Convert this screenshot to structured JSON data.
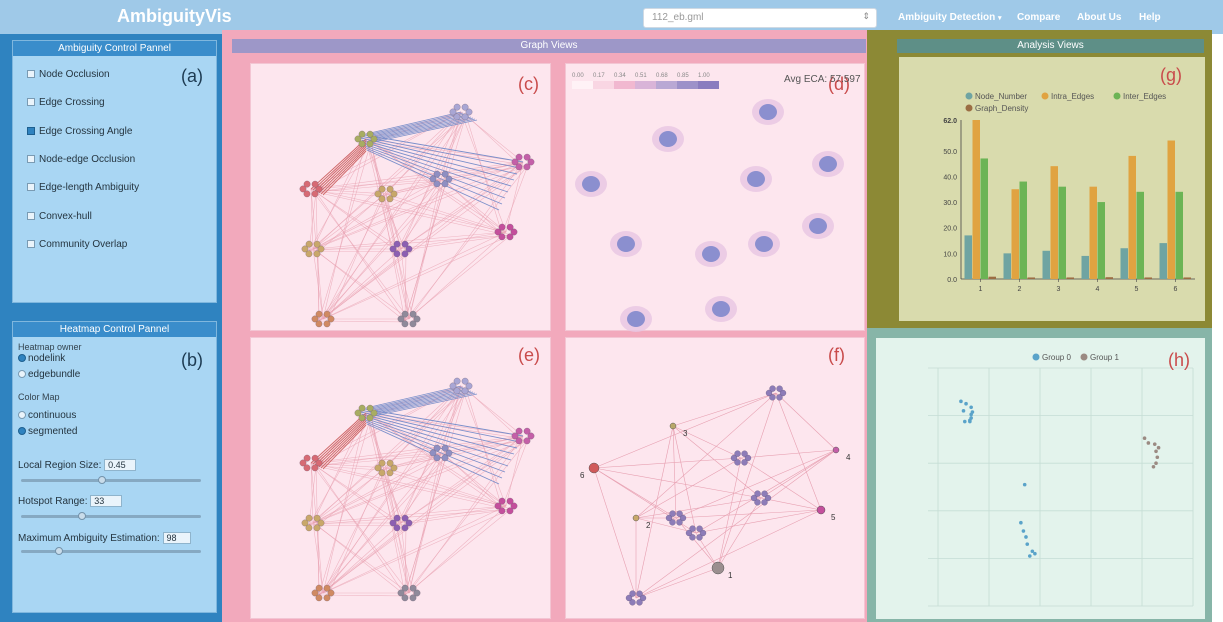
{
  "app": {
    "title": "AmbiguityVis",
    "file_select": "112_eb.gml",
    "nav": [
      "Ambiguity Detection",
      "Compare",
      "About Us",
      "Help"
    ]
  },
  "ambiguity_panel": {
    "title": "Ambiguity Control Pannel",
    "letter": "(a)",
    "checks": [
      {
        "label": "Node Occlusion",
        "checked": false
      },
      {
        "label": "Edge Crossing",
        "checked": false
      },
      {
        "label": "Edge Crossing Angle",
        "checked": true
      },
      {
        "label": "Node-edge Occlusion",
        "checked": false
      },
      {
        "label": "Edge-length Ambiguity",
        "checked": false
      },
      {
        "label": "Convex-hull",
        "checked": false
      },
      {
        "label": "Community Overlap",
        "checked": false
      }
    ]
  },
  "heatmap_panel": {
    "title": "Heatmap Control Pannel",
    "letter": "(b)",
    "owner_label": "Heatmap owner",
    "owner_options": [
      {
        "label": "nodelink",
        "selected": true
      },
      {
        "label": "edgebundle",
        "selected": false
      }
    ],
    "colormap_label": "Color Map",
    "colormap_options": [
      {
        "label": "continuous",
        "selected": false
      },
      {
        "label": "segmented",
        "selected": true
      }
    ],
    "local_region": {
      "label": "Local Region Size:",
      "value": "0.45",
      "level": 0.45
    },
    "hotspot": {
      "label": "Hotspot Range:",
      "value": "33",
      "level": 0.33
    },
    "max_ambiguity": {
      "label": "Maximum Ambiguity Estimation:",
      "value": "98",
      "level": 0.2
    }
  },
  "graph_views": {
    "title": "Graph Views",
    "letters": {
      "c": "(c)",
      "d": "(d)",
      "e": "(e)",
      "f": "(f)"
    },
    "avg_eca": "Avg ECA: 57.597",
    "legend_ticks": [
      "0.00",
      "0.17",
      "0.34",
      "0.51",
      "0.68",
      "0.85",
      "1.00"
    ],
    "legend_colors": [
      "#fff2f6",
      "#f9d6e3",
      "#f1b8d0",
      "#d9b4d8",
      "#b9a8d4",
      "#9d91c9",
      "#8a7cbf"
    ],
    "community_labels": [
      "1",
      "2",
      "3",
      "4",
      "5",
      "6"
    ]
  },
  "analysis_views": {
    "title": "Analysis Views",
    "letter": "(g)"
  },
  "scatter_view": {
    "letter": "(h)"
  },
  "colors": {
    "node_number": "#6fa4a2",
    "intra_edges": "#e0a341",
    "inter_edges": "#6cb455",
    "graph_density": "#9b6d43",
    "group0": "#5aa3c9",
    "group1": "#9b8a82"
  },
  "chart_data": [
    {
      "type": "bar",
      "title": "",
      "xlabel": "",
      "ylabel": "",
      "categories": [
        "1",
        "2",
        "3",
        "4",
        "5",
        "6"
      ],
      "series": [
        {
          "name": "Node_Number",
          "values": [
            17,
            10,
            11,
            9,
            12,
            14
          ]
        },
        {
          "name": "Intra_Edges",
          "values": [
            62,
            35,
            44,
            36,
            48,
            54
          ]
        },
        {
          "name": "Inter_Edges",
          "values": [
            47,
            38,
            36,
            30,
            34,
            34
          ]
        },
        {
          "name": "Graph_Density",
          "values": [
            0.9,
            0.6,
            0.6,
            0.7,
            0.6,
            0.6
          ]
        }
      ],
      "ylim": [
        0,
        62
      ],
      "yticks": [
        "0.0",
        "10.0",
        "20.0",
        "30.0",
        "40.0",
        "50.0",
        "62.0"
      ],
      "legend": "top",
      "grid": false
    },
    {
      "type": "scatter",
      "title": "",
      "series": [
        {
          "name": "Group 0",
          "points": [
            [
              -0.82,
              0.72
            ],
            [
              -0.78,
              0.7
            ],
            [
              -0.74,
              0.67
            ],
            [
              -0.8,
              0.64
            ],
            [
              -0.73,
              0.63
            ],
            [
              -0.74,
              0.61
            ],
            [
              -0.74,
              0.58
            ],
            [
              -0.75,
              0.56
            ],
            [
              -0.79,
              0.55
            ],
            [
              -0.75,
              0.55
            ],
            [
              -0.32,
              0.02
            ],
            [
              -0.35,
              -0.3
            ],
            [
              -0.33,
              -0.37
            ],
            [
              -0.31,
              -0.42
            ],
            [
              -0.3,
              -0.48
            ],
            [
              -0.26,
              -0.54
            ],
            [
              -0.24,
              -0.56
            ],
            [
              -0.28,
              -0.58
            ]
          ]
        },
        {
          "name": "Group 1",
          "points": [
            [
              0.62,
              0.41
            ],
            [
              0.65,
              0.37
            ],
            [
              0.7,
              0.36
            ],
            [
              0.71,
              0.3
            ],
            [
              0.72,
              0.25
            ],
            [
              0.71,
              0.2
            ],
            [
              0.69,
              0.17
            ],
            [
              0.73,
              0.33
            ]
          ]
        }
      ],
      "xlim": [
        -1,
        1
      ],
      "ylim": [
        -1,
        1
      ],
      "grid": true,
      "legend": "top"
    }
  ]
}
